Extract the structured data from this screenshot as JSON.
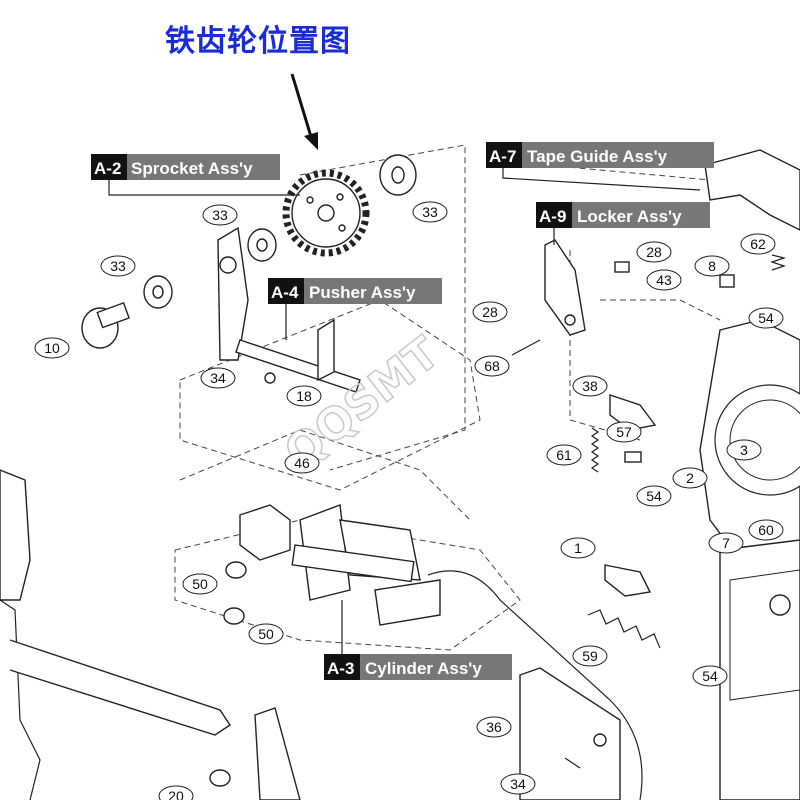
{
  "title": "铁齿轮位置图",
  "watermark": "QQSMT",
  "assemblies": [
    {
      "tag": "A-2",
      "name": "Sprocket Ass'y"
    },
    {
      "tag": "A-7",
      "name": "Tape Guide Ass'y"
    },
    {
      "tag": "A-9",
      "name": "Locker Ass'y"
    },
    {
      "tag": "A-4",
      "name": "Pusher Ass'y"
    },
    {
      "tag": "A-3",
      "name": "Cylinder Ass'y"
    }
  ],
  "part_numbers": [
    "33",
    "33",
    "33",
    "10",
    "34",
    "18",
    "46",
    "50",
    "50",
    "28",
    "43",
    "8",
    "62",
    "28",
    "68",
    "54",
    "38",
    "57",
    "61",
    "3",
    "2",
    "54",
    "60",
    "7",
    "1",
    "59",
    "54",
    "36",
    "34",
    "20"
  ],
  "colors": {
    "title": "#1a2bd8",
    "tag_bg": "#111111",
    "name_bg": "#777777"
  }
}
